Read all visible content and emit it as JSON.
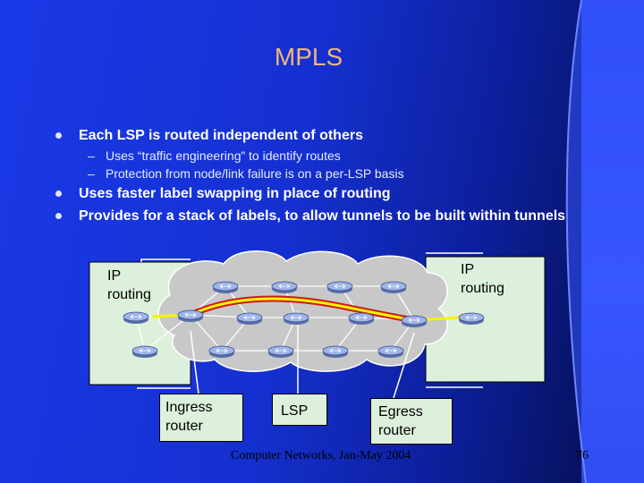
{
  "title": "MPLS",
  "bullets": [
    {
      "text": "Each LSP is routed independent of others",
      "subs": [
        "Uses “traffic engineering” to identify routes",
        "Protection from node/link failure is on a per-LSP basis"
      ]
    },
    {
      "text": "Uses faster label swapping in place of routing"
    },
    {
      "text": "Provides for a stack of labels, to allow tunnels to be built within tunnels"
    }
  ],
  "diagram": {
    "left_box_label_1": "IP",
    "left_box_label_2": "routing",
    "right_box_label_1": "IP",
    "right_box_label_2": "routing",
    "ingress_1": "Ingress",
    "ingress_2": "router",
    "lsp": "LSP",
    "egress_1": "Egress",
    "egress_2": "router"
  },
  "footer": "Computer Networks, Jan-May 2004",
  "page_number": "76",
  "colors": {
    "title": "#f4b47c",
    "box_fill": "#ddf0dc",
    "cloud_fill": "#c8c8c8",
    "lsp_red": "#d01818",
    "lsp_yellow": "#f4f400"
  }
}
